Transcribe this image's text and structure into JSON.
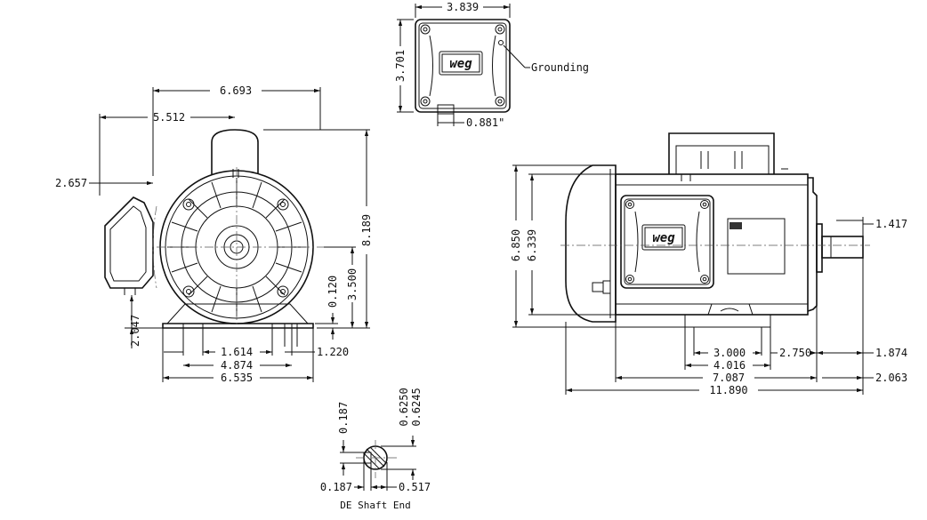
{
  "drawing": {
    "brand_logo": "weg",
    "top_view": {
      "width": "3.839",
      "height": "3.701",
      "bolt_spacing": "0.881\"",
      "grounding_label": "Grounding"
    },
    "front_view": {
      "dims": {
        "d_6_693": "6.693",
        "d_5_512": "5.512",
        "d_2_657": "2.657",
        "d_8_189": "8.189",
        "d_3_500": "3.500",
        "d_0_120": "0.120",
        "d_2_047": "2.047",
        "d_1_614": "1.614",
        "d_1_220": "1.220",
        "d_4_874": "4.874",
        "d_6_535": "6.535"
      }
    },
    "side_view": {
      "dims": {
        "d_6_850": "6.850",
        "d_6_339": "6.339",
        "d_1_417": "1.417",
        "d_3_000": "3.000",
        "d_2_750": "2.750",
        "d_1_874": "1.874",
        "d_4_016": "4.016",
        "d_7_087": "7.087",
        "d_2_063": "2.063",
        "d_11_890": "11.890"
      }
    },
    "shaft_end": {
      "caption": "DE Shaft End",
      "d_0_187_vertical": "0.187",
      "d_0_6250": "0.6250",
      "d_0_6245": "0.6245",
      "d_0_187_horizontal": "0.187",
      "d_0_517": "0.517"
    }
  }
}
